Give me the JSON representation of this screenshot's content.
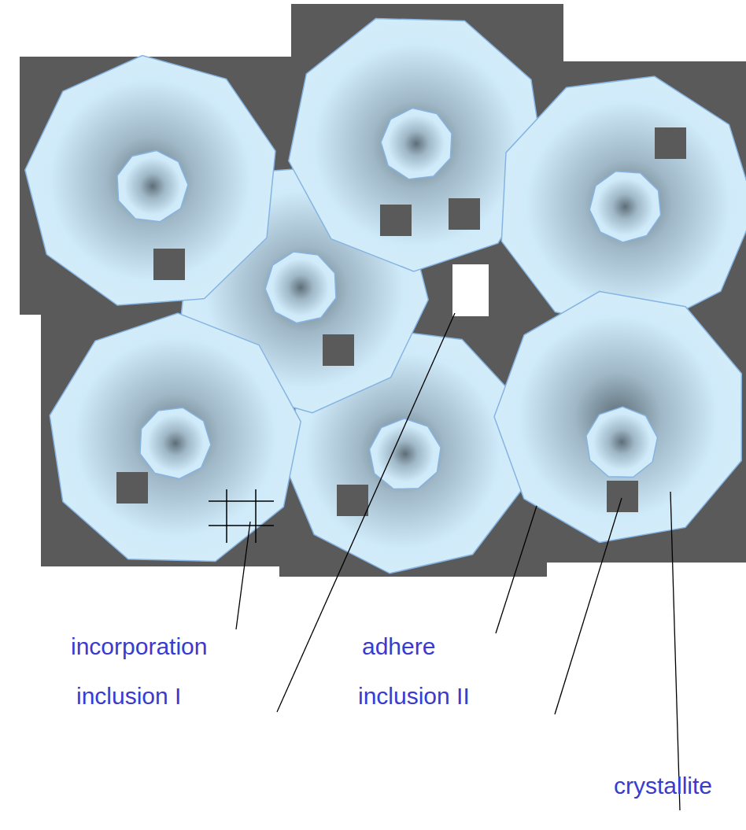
{
  "diagram": {
    "labels": [
      "incorporation",
      "inclusion I",
      "adhere",
      "inclusion II",
      "crystallite"
    ]
  }
}
